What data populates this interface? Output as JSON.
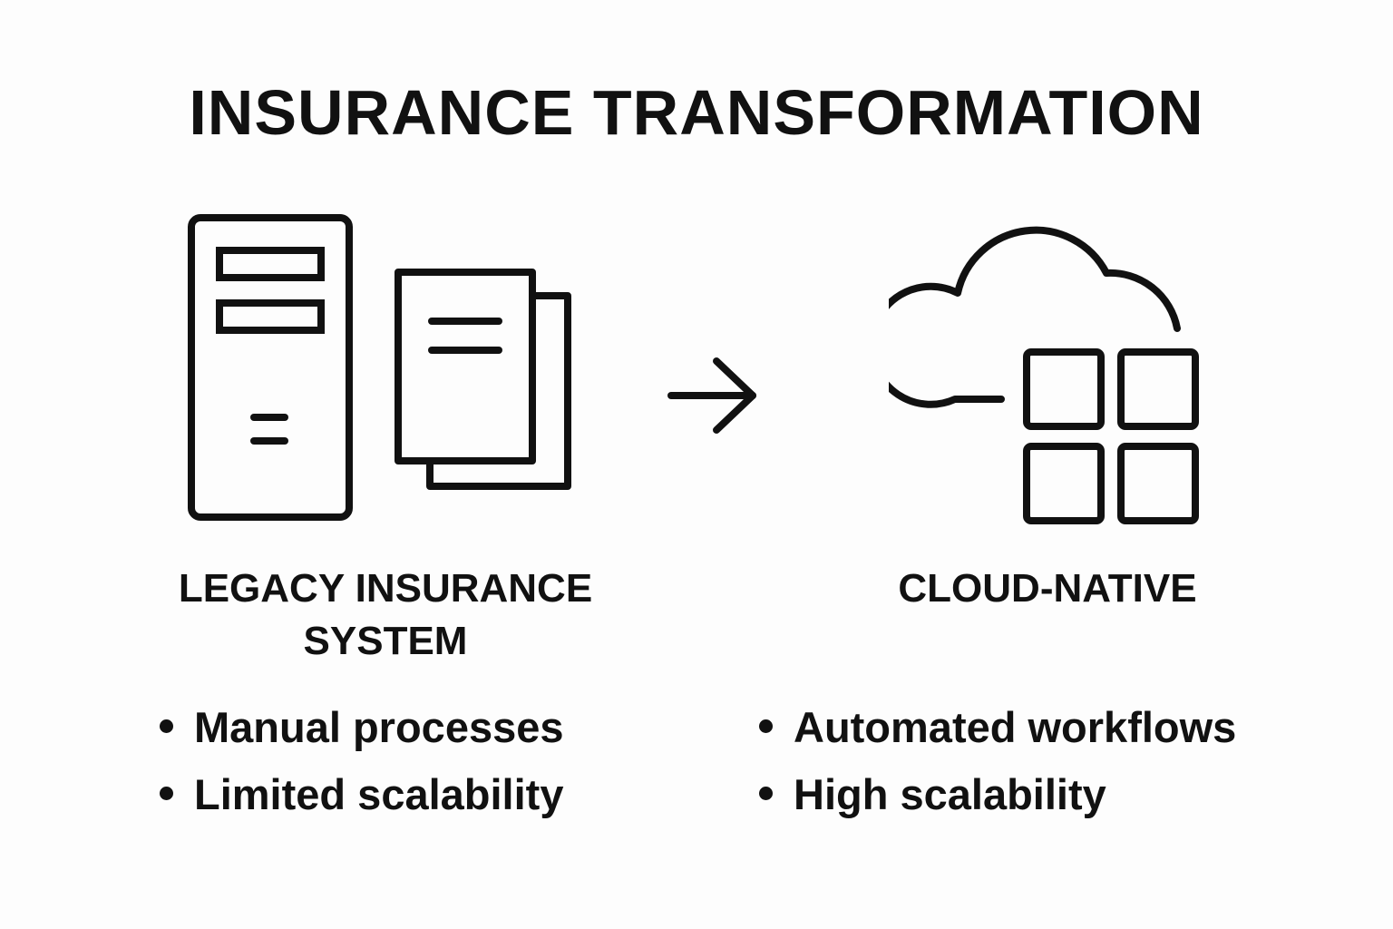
{
  "title": "INSURANCE TRANSFORMATION",
  "colors": {
    "ink": "#111111",
    "background": "#fdfdfd"
  },
  "legacy": {
    "icons": [
      "server-icon",
      "documents-icon"
    ],
    "label_lines": [
      "LEGACY INSURANCE",
      "SYSTEM"
    ],
    "bullets": [
      "Manual processes",
      "Limited scalability"
    ]
  },
  "transition": {
    "icon": "arrow-right-icon"
  },
  "cloud": {
    "icons": [
      "cloud-icon",
      "grid-blocks-icon"
    ],
    "label_lines": [
      "CLOUD-NATIVE"
    ],
    "bullets": [
      "Automated workflows",
      "High scalability"
    ]
  }
}
